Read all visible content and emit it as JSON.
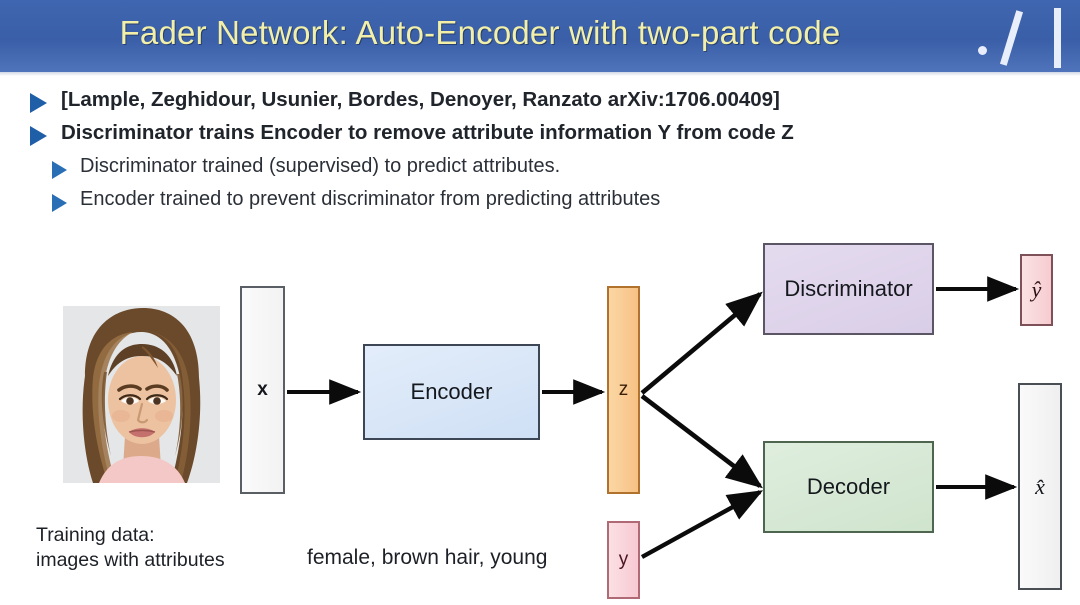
{
  "header": {
    "title": "Fader Network: Auto-Encoder with two-part code",
    "logo": {
      "dot": "dot-icon",
      "slash": "slash-icon",
      "bar": "bar-icon"
    },
    "bg_color": "#3a5fa8",
    "title_color": "#f2efa8"
  },
  "bullets": [
    {
      "level": 1,
      "text": "[Lample, Zeghidour, Usunier, Bordes, Denoyer,  Ranzato arXiv:1706.00409]"
    },
    {
      "level": 1,
      "text": "Discriminator trains Encoder to remove attribute information Y from code Z"
    },
    {
      "level": 2,
      "text": "Discriminator trained (supervised) to predict attributes."
    },
    {
      "level": 2,
      "text": "Encoder trained to prevent discriminator from predicting attributes"
    }
  ],
  "diagram": {
    "nodes": {
      "photo": {
        "alt": "face-photo",
        "bg": "#e3e5e6"
      },
      "x": {
        "label": "x",
        "fill": "#f7f7f7",
        "border": "#5a5f66"
      },
      "encoder": {
        "label": "Encoder",
        "fill": "#d8e6f7",
        "border": "#3c4654"
      },
      "z": {
        "label": "z",
        "fill": "#f9c98d",
        "border": "#b0722c"
      },
      "y": {
        "label": "y",
        "fill": "#f9d2da",
        "border": "#b06a76"
      },
      "discriminator": {
        "label": "Discriminator",
        "fill": "#ded3ea",
        "border": "#5b5566"
      },
      "decoder": {
        "label": "Decoder",
        "fill": "#d6e8d4",
        "border": "#4e6650"
      },
      "y_hat": {
        "label": "ŷ",
        "fill": "#f7d2d6",
        "border": "#7d5157"
      },
      "x_hat": {
        "label": "x̂",
        "fill": "#f4f4f4",
        "border": "#4a4f56"
      }
    },
    "captions": {
      "training_data": "Training data:\nimages with attributes",
      "attributes": "female, brown hair, young"
    },
    "edges": [
      {
        "from": "x",
        "to": "encoder"
      },
      {
        "from": "encoder",
        "to": "z"
      },
      {
        "from": "z",
        "to": "discriminator"
      },
      {
        "from": "z",
        "to": "decoder"
      },
      {
        "from": "y",
        "to": "decoder"
      },
      {
        "from": "discriminator",
        "to": "y_hat"
      },
      {
        "from": "decoder",
        "to": "x_hat"
      }
    ]
  }
}
